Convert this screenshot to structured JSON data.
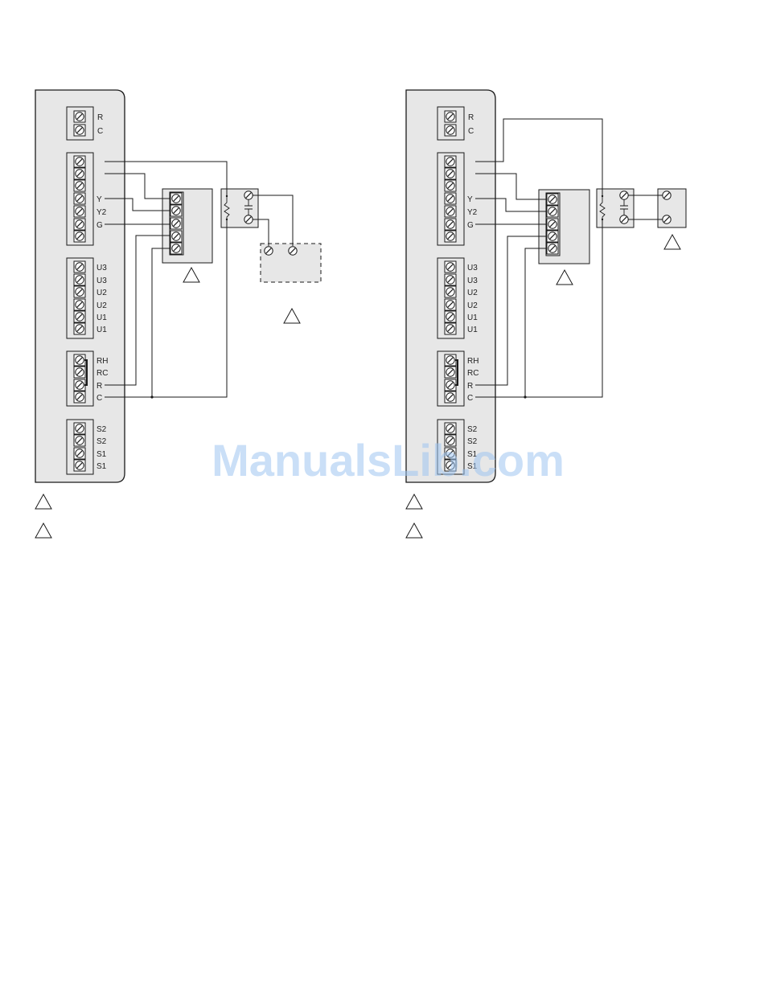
{
  "colors": {
    "panel_fill": "#e7e7e7",
    "line": "#1a1a1a",
    "watermark": "#9ec4f0",
    "relay_box_fill": "#e7e7e7"
  },
  "terminal_labels": {
    "block_rc": [
      "R",
      "C"
    ],
    "block_main": [
      "Y",
      "Y2",
      "G"
    ],
    "block_u": [
      "U3",
      "U3",
      "U2",
      "U2",
      "U1",
      "U1"
    ],
    "block_rh": [
      "RH",
      "RC",
      "R",
      "C"
    ],
    "block_s": [
      "S2",
      "S2",
      "S1",
      "S1"
    ]
  },
  "watermark": "ManualsLib.com"
}
